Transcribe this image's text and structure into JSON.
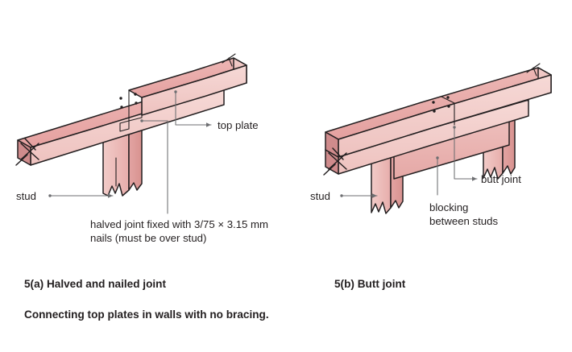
{
  "figure": {
    "caption_main": "Connecting top plates in walls with no bracing.",
    "panels": [
      {
        "id": "panel-a",
        "caption": "5(a) Halved and nailed joint",
        "labels": [
          {
            "name": "top-plate",
            "text": "top plate"
          },
          {
            "name": "stud",
            "text": "stud"
          },
          {
            "name": "halved-joint-note-line1",
            "text": "halved joint fixed with 3/75 × 3.15 mm"
          },
          {
            "name": "halved-joint-note-line2",
            "text": "nails (must be over stud)"
          }
        ]
      },
      {
        "id": "panel-b",
        "caption": "5(b) Butt joint",
        "labels": [
          {
            "name": "butt-joint",
            "text": "butt joint"
          },
          {
            "name": "stud",
            "text": "stud"
          },
          {
            "name": "blocking-line1",
            "text": "blocking"
          },
          {
            "name": "blocking-line2",
            "text": "between studs"
          }
        ]
      }
    ],
    "colors": {
      "timber_top": "#e7a7a6",
      "timber_top_light": "#efbdbb",
      "timber_side": "#f0c4c1",
      "timber_side_light": "#f5d5d2",
      "timber_end_dark": "#cf8b8c",
      "timber_shadow": "#dd9b9b",
      "outline": "#231f20",
      "leader": "#6d6e71",
      "background": "#ffffff",
      "text": "#231f20"
    }
  }
}
